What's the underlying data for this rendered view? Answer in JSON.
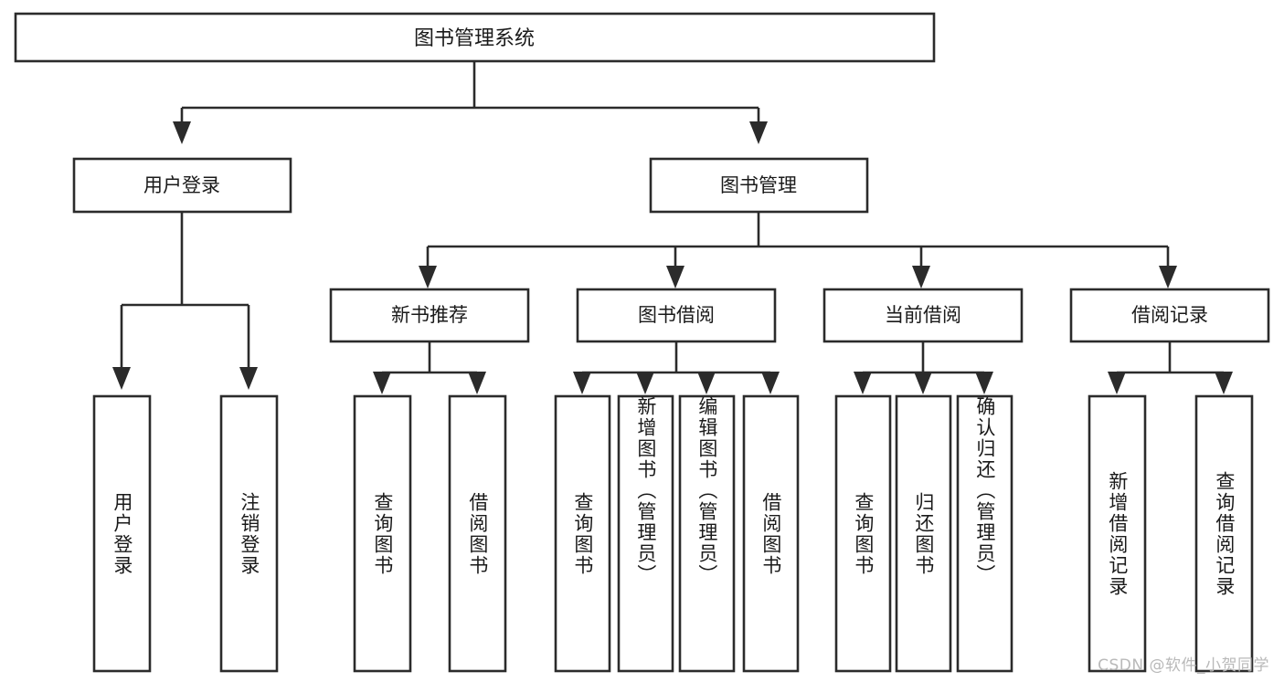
{
  "diagram": {
    "type": "tree-hierarchy",
    "title": "图书管理系统",
    "orientation": "top-down",
    "watermark": "CSDN @软件_小贺同学",
    "colors": {
      "background": "#ffffff",
      "box_fill": "#ffffff",
      "box_stroke": "#2b2b2b",
      "connector": "#2b2b2b",
      "text": "#1a1a1a",
      "watermark": "#b9b9b9"
    },
    "root": {
      "label": "图书管理系统",
      "level": 0
    },
    "level1": [
      {
        "label": "用户登录"
      },
      {
        "label": "图书管理"
      }
    ],
    "level2": [
      {
        "label": "新书推荐",
        "parent": "图书管理"
      },
      {
        "label": "图书借阅",
        "parent": "图书管理"
      },
      {
        "label": "当前借阅",
        "parent": "图书管理"
      },
      {
        "label": "借阅记录",
        "parent": "图书管理"
      }
    ],
    "leaves": {
      "user_login": [
        {
          "label": "用户登录"
        },
        {
          "label": "注销登录"
        }
      ],
      "new_book": [
        {
          "label": "查询图书"
        },
        {
          "label": "借阅图书"
        }
      ],
      "book_borrow": [
        {
          "label": "查询图书"
        },
        {
          "label": "新增图书（管理员）"
        },
        {
          "label": "编辑图书（管理员）"
        },
        {
          "label": "借阅图书"
        }
      ],
      "current_borrow": [
        {
          "label": "查询图书"
        },
        {
          "label": "归还图书"
        },
        {
          "label": "确认归还（管理员）"
        }
      ],
      "borrow_record": [
        {
          "label": "新增借阅记录"
        },
        {
          "label": "查询借阅记录"
        }
      ]
    }
  }
}
